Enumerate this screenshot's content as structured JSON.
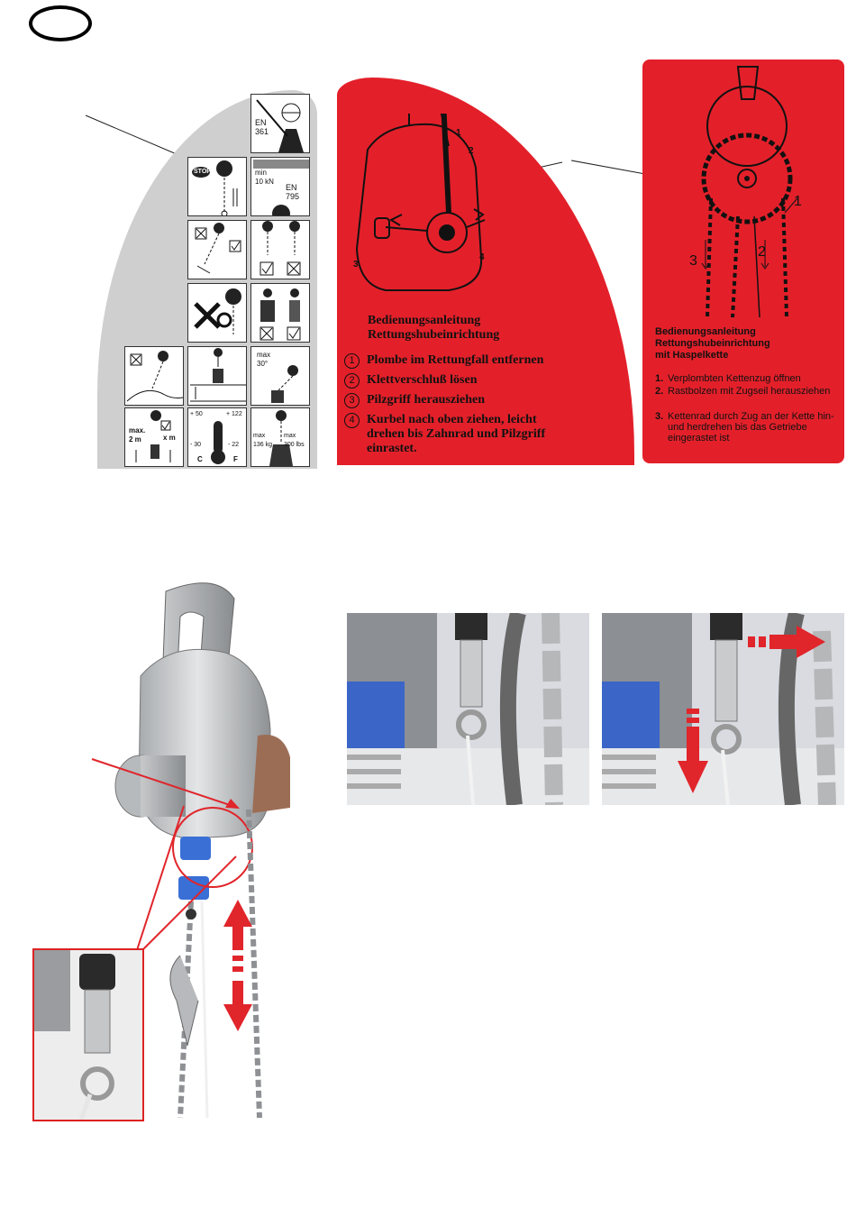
{
  "grey_label": {
    "tiles": {
      "en361": "EN\n361",
      "stop": "STOP",
      "min_load": "min\n10 kN",
      "en795": "EN\n795",
      "max_angle": "max\n30°",
      "max_len_a": "max.\n2 m",
      "max_len_b": "x m",
      "temp_c_top": "+ 50",
      "temp_c_bottom": "- 30",
      "temp_c_unit": "C",
      "temp_f_top": "+ 122",
      "temp_f_bottom": "- 22",
      "temp_f_unit": "F",
      "weight_kg": "max\n136 kg",
      "weight_lbs": "max\n300 lbs"
    }
  },
  "red_label_mid": {
    "callouts": [
      "1",
      "2",
      "3",
      "4"
    ],
    "title_line1": "Bedienungsanleitung",
    "title_line2": "Rettungshubeinrichtung",
    "steps": [
      {
        "num": "1",
        "text": "Plombe im Rettungfall entfernen"
      },
      {
        "num": "2",
        "text": "Klettverschluß lösen"
      },
      {
        "num": "3",
        "text": "Pilzgriff herausziehen"
      },
      {
        "num": "4",
        "text": "Kurbel nach oben ziehen, leicht drehen bis Zahnrad und Pilzgriff einrastet."
      }
    ]
  },
  "red_label_right": {
    "callouts": [
      "1",
      "2",
      "3"
    ],
    "title_line1": "Bedienungsanleitung",
    "title_line2": "Rettungshubeinrichtung",
    "title_line3": "mit Haspelkette",
    "steps": [
      {
        "num": "1.",
        "text": "Verplombten Kettenzug öffnen"
      },
      {
        "num": "2.",
        "text": "Rastbolzen mit Zugseil herausziehen"
      },
      {
        "num": "3.",
        "text": "Kettenrad durch Zug an der Kette hin- und herdrehen bis das Getriebe eingerastet ist"
      }
    ]
  },
  "colors": {
    "label_red": "#e3202a",
    "label_grey": "#cfcfcf",
    "arrow_red": "#e0252b"
  }
}
